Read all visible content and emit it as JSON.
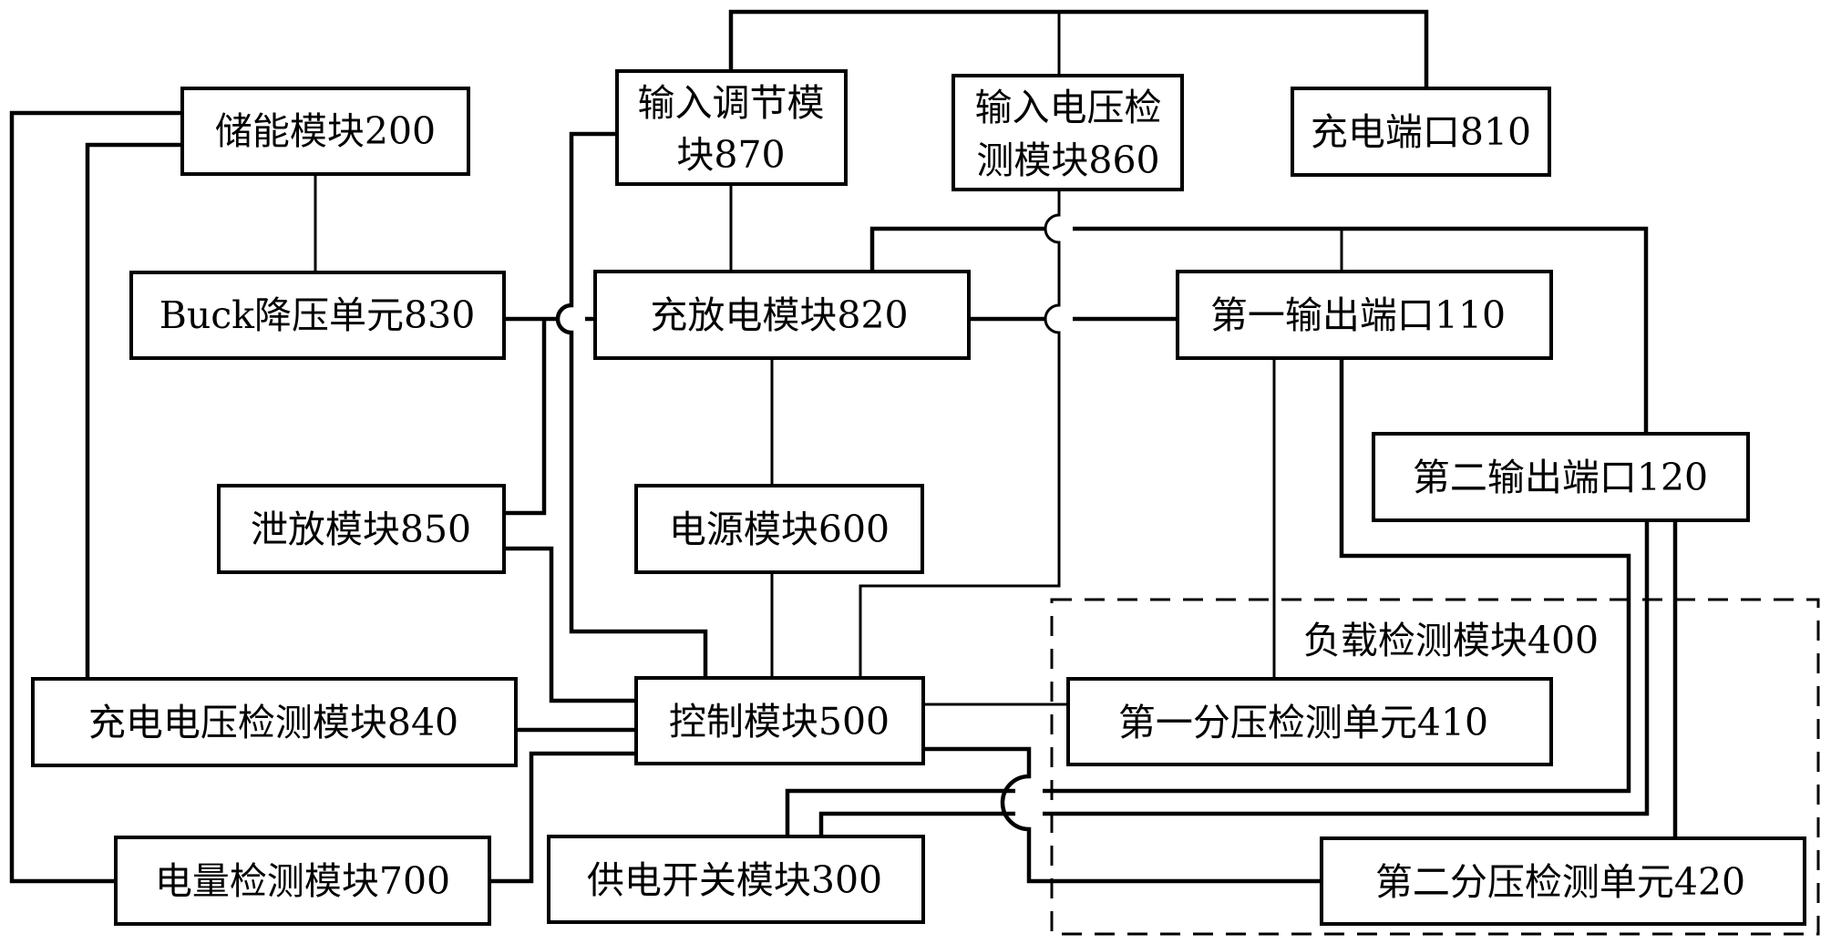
{
  "diagram": {
    "modules": {
      "m200": "储能模块200",
      "m830": "Buck降压单元830",
      "m870_line1": "输入调节模",
      "m870_line2": "块870",
      "m860_line1": "输入电压检",
      "m860_line2": "测模块860",
      "m810": "充电端口810",
      "m820": "充放电模块820",
      "m110": "第一输出端口110",
      "m120": "第二输出端口120",
      "m850": "泄放模块850",
      "m600": "电源模块600",
      "m840": "充电电压检测模块840",
      "m500": "控制模块500",
      "m410": "第一分压检测单元410",
      "m700": "电量检测模块700",
      "m300": "供电开关模块300",
      "m420": "第二分压检测单元420"
    },
    "group": {
      "m400": "负载检测模块400"
    }
  }
}
